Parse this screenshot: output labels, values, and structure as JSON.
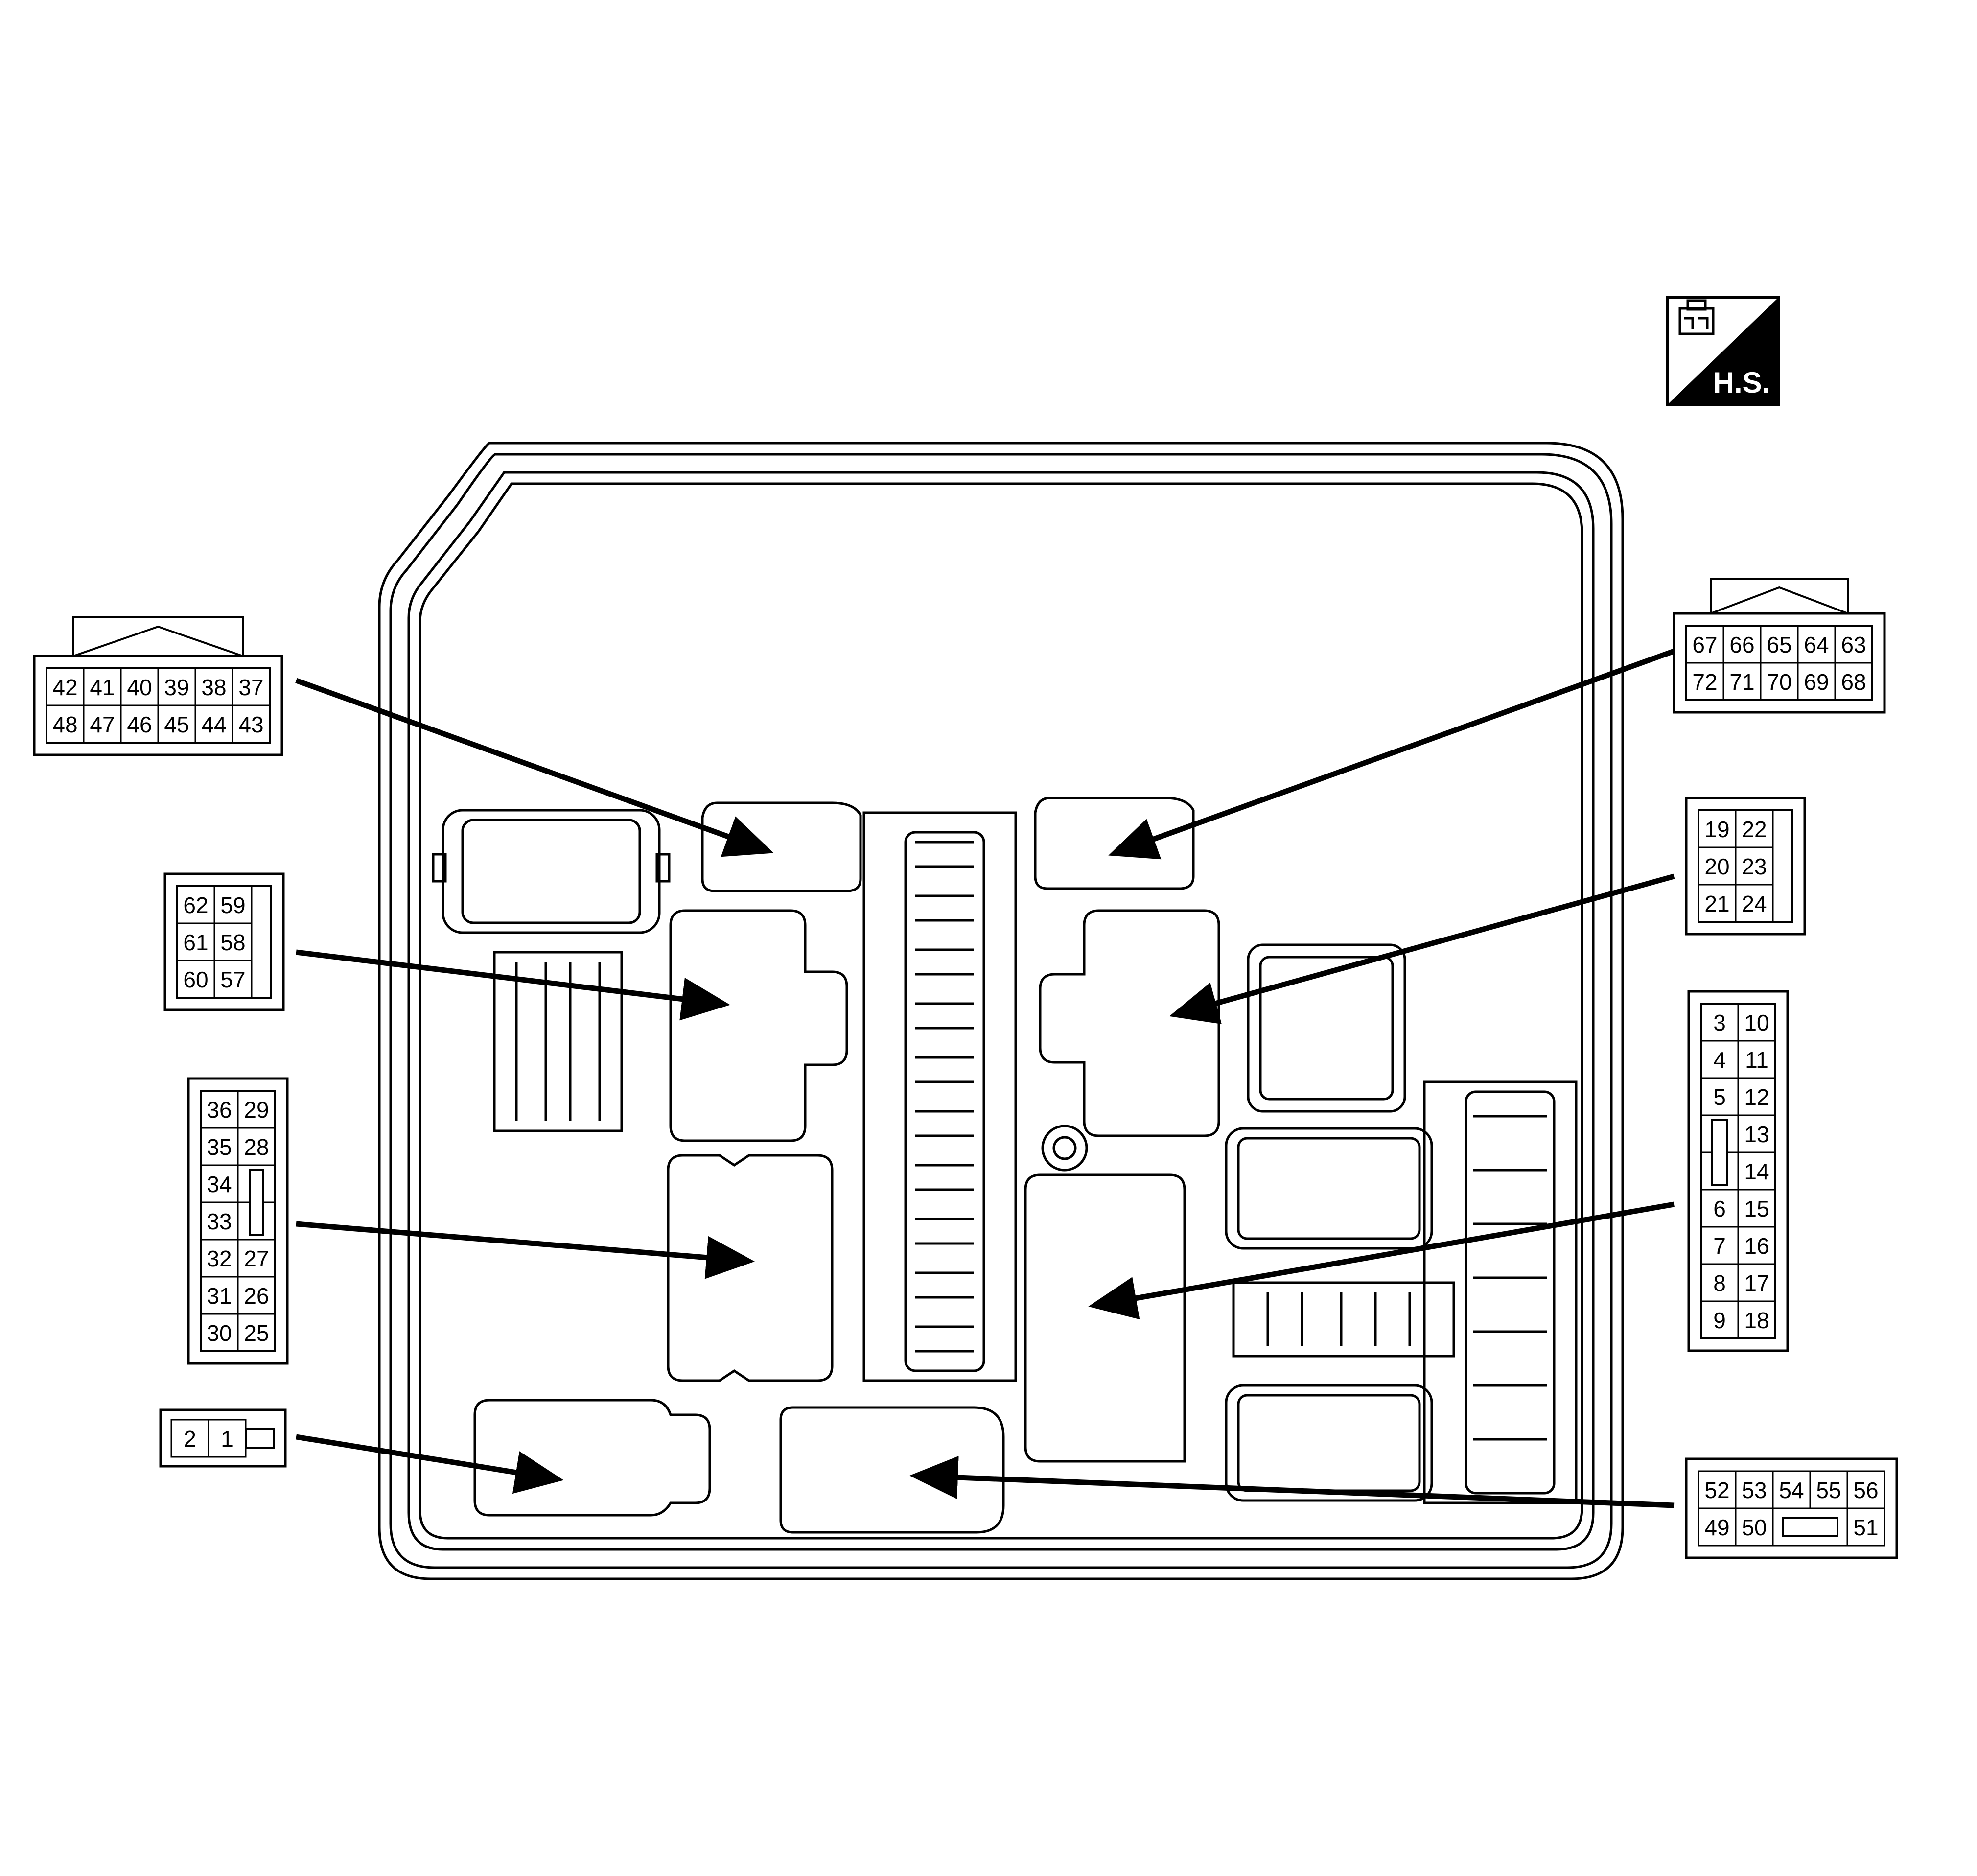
{
  "badge": {
    "label": "H.S.",
    "icon": "harness-side-connector-icon"
  },
  "connectors": {
    "c37_48": {
      "rows": [
        [
          "42",
          "41",
          "40",
          "39",
          "38",
          "37"
        ],
        [
          "48",
          "47",
          "46",
          "45",
          "44",
          "43"
        ]
      ]
    },
    "c63_72": {
      "rows": [
        [
          "67",
          "66",
          "65",
          "64",
          "63"
        ],
        [
          "72",
          "71",
          "70",
          "69",
          "68"
        ]
      ]
    },
    "c57_62": {
      "rows": [
        [
          "62",
          "59"
        ],
        [
          "61",
          "58"
        ],
        [
          "60",
          "57"
        ]
      ]
    },
    "c19_24": {
      "rows": [
        [
          "19",
          "22"
        ],
        [
          "20",
          "23"
        ],
        [
          "21",
          "24"
        ]
      ]
    },
    "c25_36": {
      "rows": [
        [
          "36",
          "29"
        ],
        [
          "35",
          "28"
        ],
        [
          "34",
          ""
        ],
        [
          "33",
          ""
        ],
        [
          "32",
          "27"
        ],
        [
          "31",
          "26"
        ],
        [
          "30",
          "25"
        ]
      ]
    },
    "c3_18": {
      "rows": [
        [
          "3",
          "10"
        ],
        [
          "4",
          "11"
        ],
        [
          "5",
          "12"
        ],
        [
          "",
          "13"
        ],
        [
          "",
          "14"
        ],
        [
          "6",
          "15"
        ],
        [
          "7",
          "16"
        ],
        [
          "8",
          "17"
        ],
        [
          "9",
          "18"
        ]
      ]
    },
    "c1_2": {
      "cells": [
        "2",
        "1"
      ]
    },
    "c49_56": {
      "top": [
        "52",
        "53",
        "54",
        "55",
        "56"
      ],
      "bottom_left": [
        "49",
        "50"
      ],
      "bottom_right": "51"
    }
  }
}
